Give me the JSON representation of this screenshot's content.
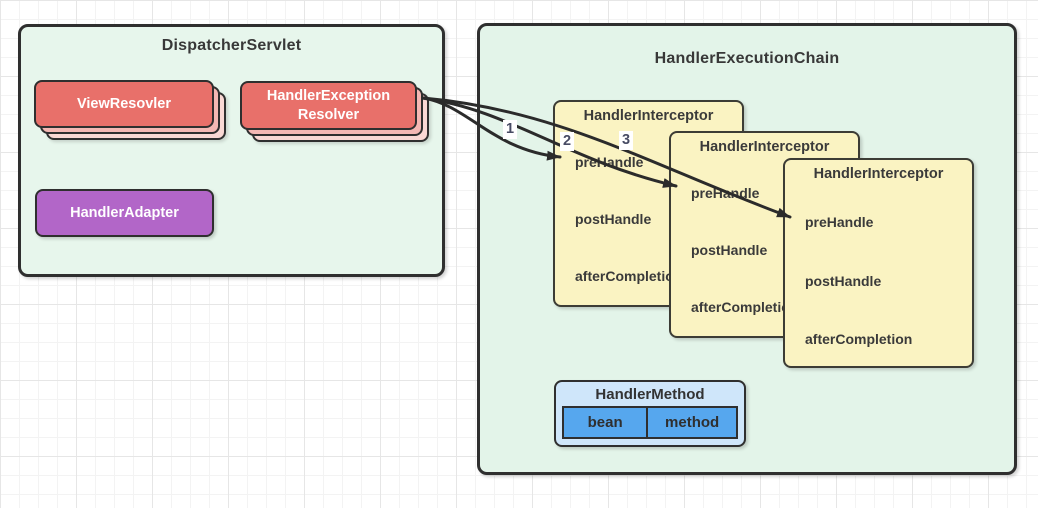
{
  "dispatcher": {
    "title": "DispatcherServlet",
    "view_resolver_label": "ViewResovler",
    "exception_resolver_label": "HandlerException Resolver",
    "handler_adapter_label": "HandlerAdapter"
  },
  "chain": {
    "title": "HandlerExecutionChain",
    "interceptors": [
      {
        "title": "HandlerInterceptor",
        "methods": [
          "preHandle",
          "postHandle",
          "afterCompletion"
        ]
      },
      {
        "title": "HandlerInterceptor",
        "methods": [
          "preHandle",
          "postHandle",
          "afterCompletion"
        ]
      },
      {
        "title": "HandlerInterceptor",
        "methods": [
          "preHandle",
          "postHandle",
          "afterCompletion"
        ]
      }
    ],
    "handler_method": {
      "title": "HandlerMethod",
      "columns": [
        "bean",
        "method"
      ]
    }
  },
  "arrows": {
    "labels": [
      "1",
      "2",
      "3"
    ]
  },
  "colors": {
    "container_fill_dispatcher": "#e7f6ec",
    "container_fill_chain": "#e3f4e9",
    "container_border": "#2f2f2f",
    "interceptor_fill": "#faf3c2",
    "resolver_fill": "#e8706a",
    "resolver_stack_mid": "#f4b8b4",
    "resolver_stack_back": "#f9d8d4",
    "adapter_fill": "#b266c8",
    "handler_method_header_fill": "#cfe6fa",
    "handler_method_cell_fill": "#56a7ee",
    "arrow_color": "#2b2b2b"
  }
}
